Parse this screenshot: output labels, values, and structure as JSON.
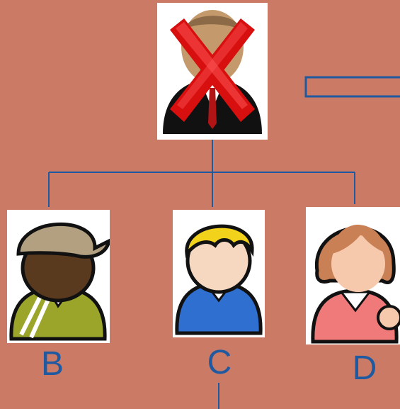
{
  "colors": {
    "background": "#cb7a66",
    "connector": "#1f5aa0",
    "label": "#1f5aa0",
    "cross": "#d80f0f"
  },
  "diagram": {
    "top_node": {
      "icon": "person-crossed-out-icon",
      "label": ""
    },
    "children": [
      {
        "icon": "person-cap-icon",
        "label": "B"
      },
      {
        "icon": "person-blond-icon",
        "label": "C"
      },
      {
        "icon": "person-woman-icon",
        "label": "D"
      }
    ]
  }
}
